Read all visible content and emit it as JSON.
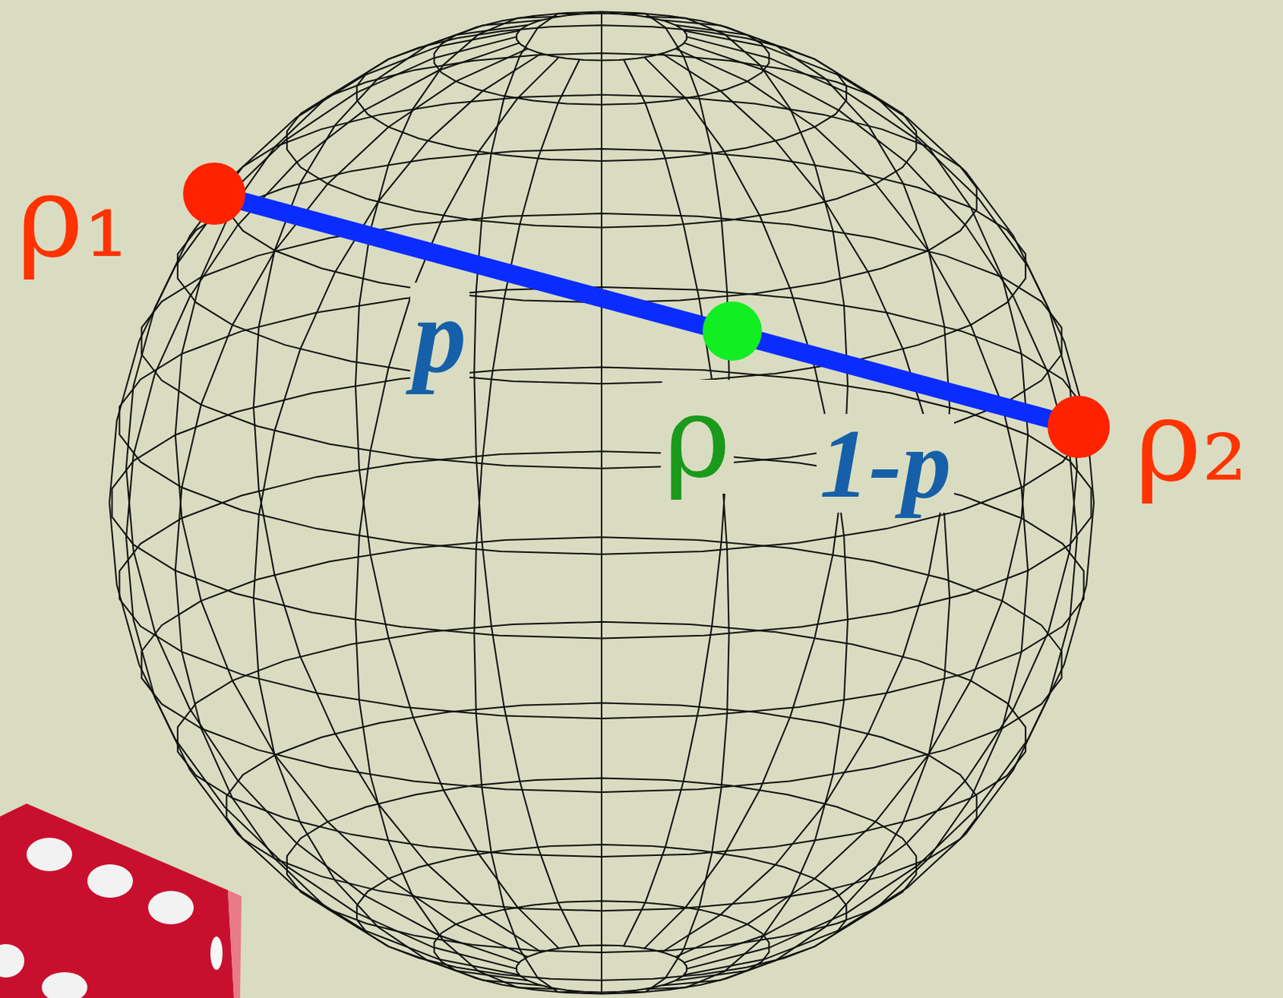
{
  "diagram": {
    "labels": [
      "ρ₁",
      "p",
      "ρ",
      "1-p",
      "ρ₂"
    ]
  }
}
